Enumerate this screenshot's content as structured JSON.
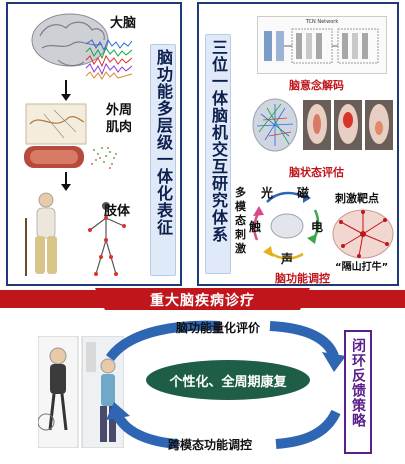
{
  "left_panel": {
    "level_brain": "大脑",
    "level_muscle": "外周\n肌肉",
    "level_body": "肢体",
    "vertical_title": "脑功能多层级一体化表征"
  },
  "right_panel": {
    "vertical_title": "三位一体脑机交互研究体系",
    "tcn_title": "TCN Network",
    "decode_caption": "脑意念解码",
    "assess_caption": "脑状态评估",
    "regulate_caption": "脑功能调控",
    "multimodal_label": "多模态刺激",
    "stim_target_label": "刺激靶点",
    "quote_label": "“隔山打牛”",
    "modalities": {
      "light": "光",
      "magnet": "磁",
      "touch": "触",
      "electric": "电",
      "sound": "声"
    }
  },
  "banner": {
    "text": "重大脑疾病诊疗"
  },
  "bottom": {
    "top_flow_label": "脑功能量化评价",
    "center_oval_label": "个性化、全周期康复",
    "bottom_flow_label": "跨模态功能调控",
    "side_box_label": "闭环反馈策略"
  },
  "colors": {
    "panel_border": "#1f3a78",
    "banner_red": "#c0161b",
    "oval_green": "#1f5e46",
    "arrow_blue": "#2f66b3",
    "side_box_text": "#5a1f8a"
  }
}
